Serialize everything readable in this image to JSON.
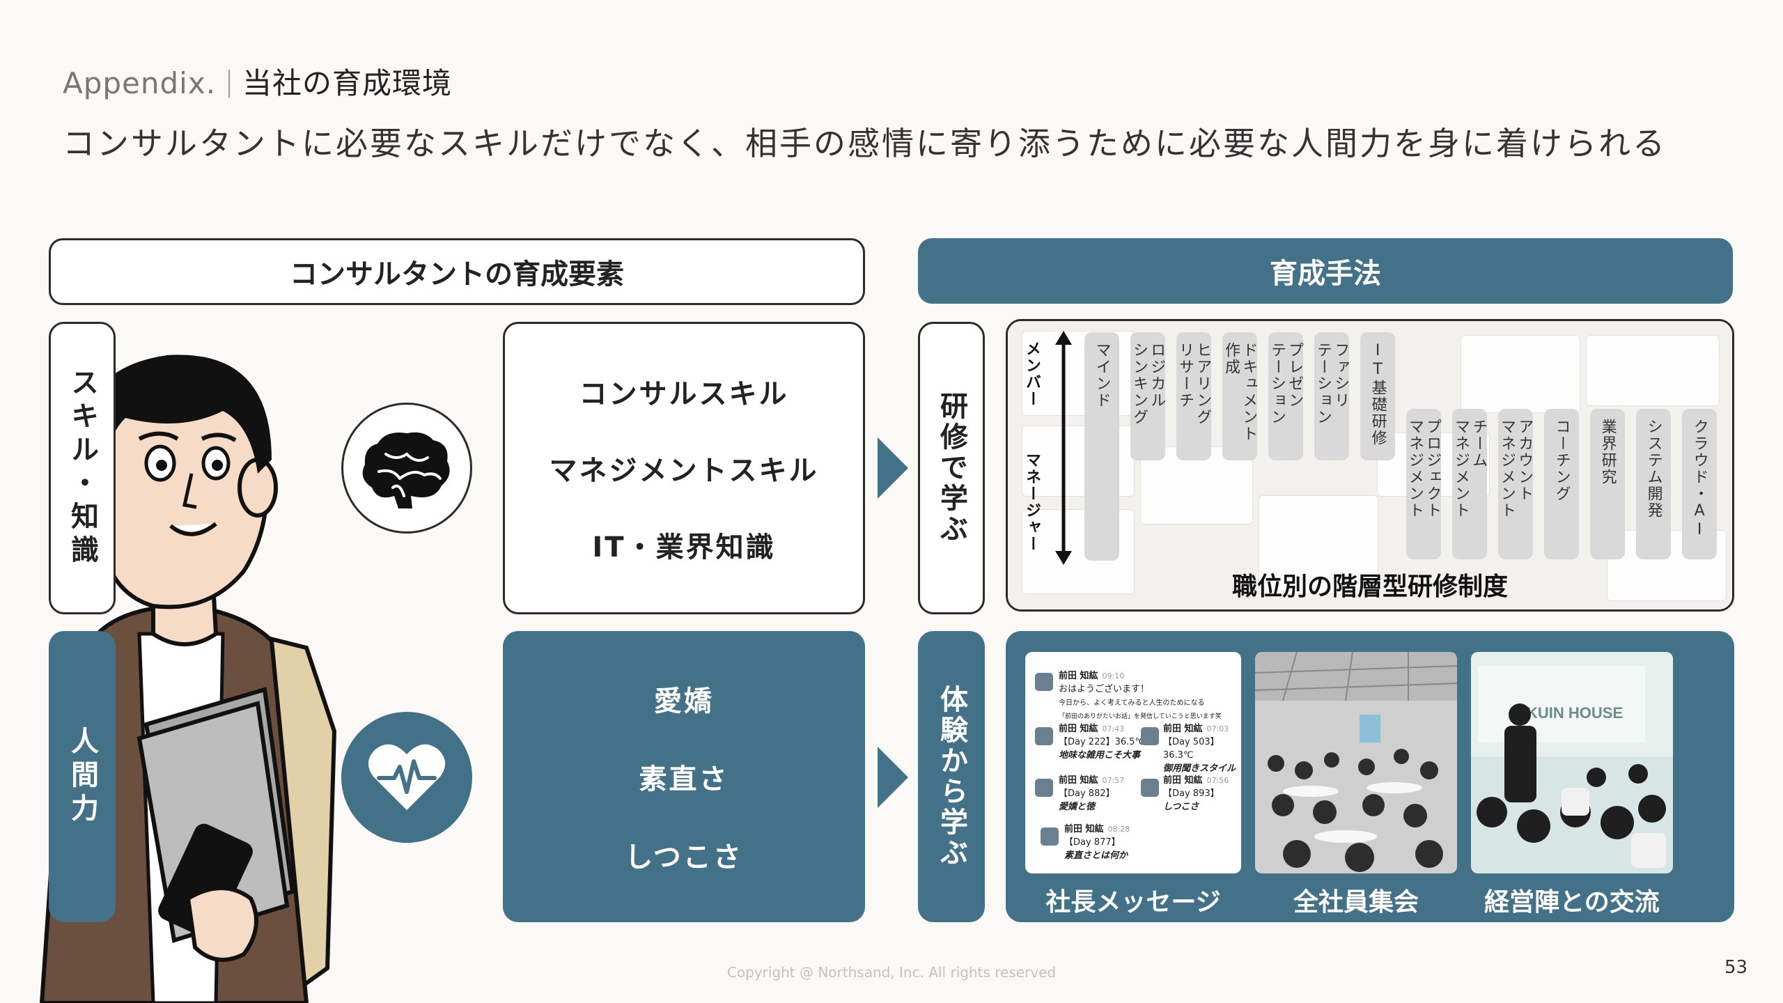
{
  "header": {
    "label": "Appendix.",
    "title": "当社の育成環境",
    "subtitle": "コンサルタントに必要なスキルだけでなく、相手の感情に寄り添うために必要な人間力を身に着けられる"
  },
  "left": {
    "heading": "コンサルタントの育成要素",
    "skill_category": "スキル・知識",
    "human_category": "人間力",
    "skills": [
      "コンサルスキル",
      "マネジメントスキル",
      "IT・業界知識"
    ],
    "human_qualities": [
      "愛嬌",
      "素直さ",
      "しつこさ"
    ],
    "icons": {
      "skills": "brain-icon",
      "human": "heart-pulse-icon"
    }
  },
  "right": {
    "heading": "育成手法",
    "training_method": "研修で学ぶ",
    "experience_method": "体験から学ぶ",
    "training": {
      "axis_top": "メンバー",
      "axis_bottom": "マネージャー",
      "programs": [
        "マインド",
        "ロジカル\nシンキング",
        "ヒアリング\nリサーチ",
        "ドキュメント\n作成",
        "プレゼン\nテーション",
        "ファシリ\nテーション",
        "IT基礎研修",
        "プロジェクト\nマネジメント",
        "チーム\nマネジメント",
        "アカウント\nマネジメント",
        "コーチング",
        "業界研究",
        "システム開発",
        "クラウド・AI"
      ],
      "caption": "職位別の階層型研修制度"
    },
    "experience": {
      "captions": [
        "社長メッセージ",
        "全社員集会",
        "経営陣との交流"
      ],
      "chat": {
        "first": {
          "name": "前田 知紘",
          "time": "09:10",
          "lines": [
            "おはようございます！",
            "今日から、よく考えてみると人生のためになる",
            "「前田のありがたいお話」を発信していこうと思います笑"
          ]
        },
        "messages": [
          {
            "name": "前田 知紘",
            "time": "07:43",
            "day": "【Day 222】36.5℃",
            "topic": "地味な雑用こそ大事"
          },
          {
            "name": "前田 知紘",
            "time": "07:03",
            "day": "【Day 503】36.3℃",
            "topic": "御用聞きスタイル"
          },
          {
            "name": "前田 知紘",
            "time": "07:57",
            "day": "【Day 882】",
            "topic": "愛嬌と徳"
          },
          {
            "name": "前田 知紘",
            "time": "07:56",
            "day": "【Day 893】",
            "topic": "しつこさ"
          },
          {
            "name": "前田 知紘",
            "time": "08:28",
            "day": "【Day 877】",
            "topic": "素直さとは何か"
          }
        ]
      },
      "photo_sign": "KUIN HOUSE"
    }
  },
  "colors": {
    "teal": "#437188",
    "background": "#fbf9f6"
  },
  "footer": {
    "copyright": "Copyright @ Northsand, Inc. All rights reserved",
    "page": "53"
  }
}
